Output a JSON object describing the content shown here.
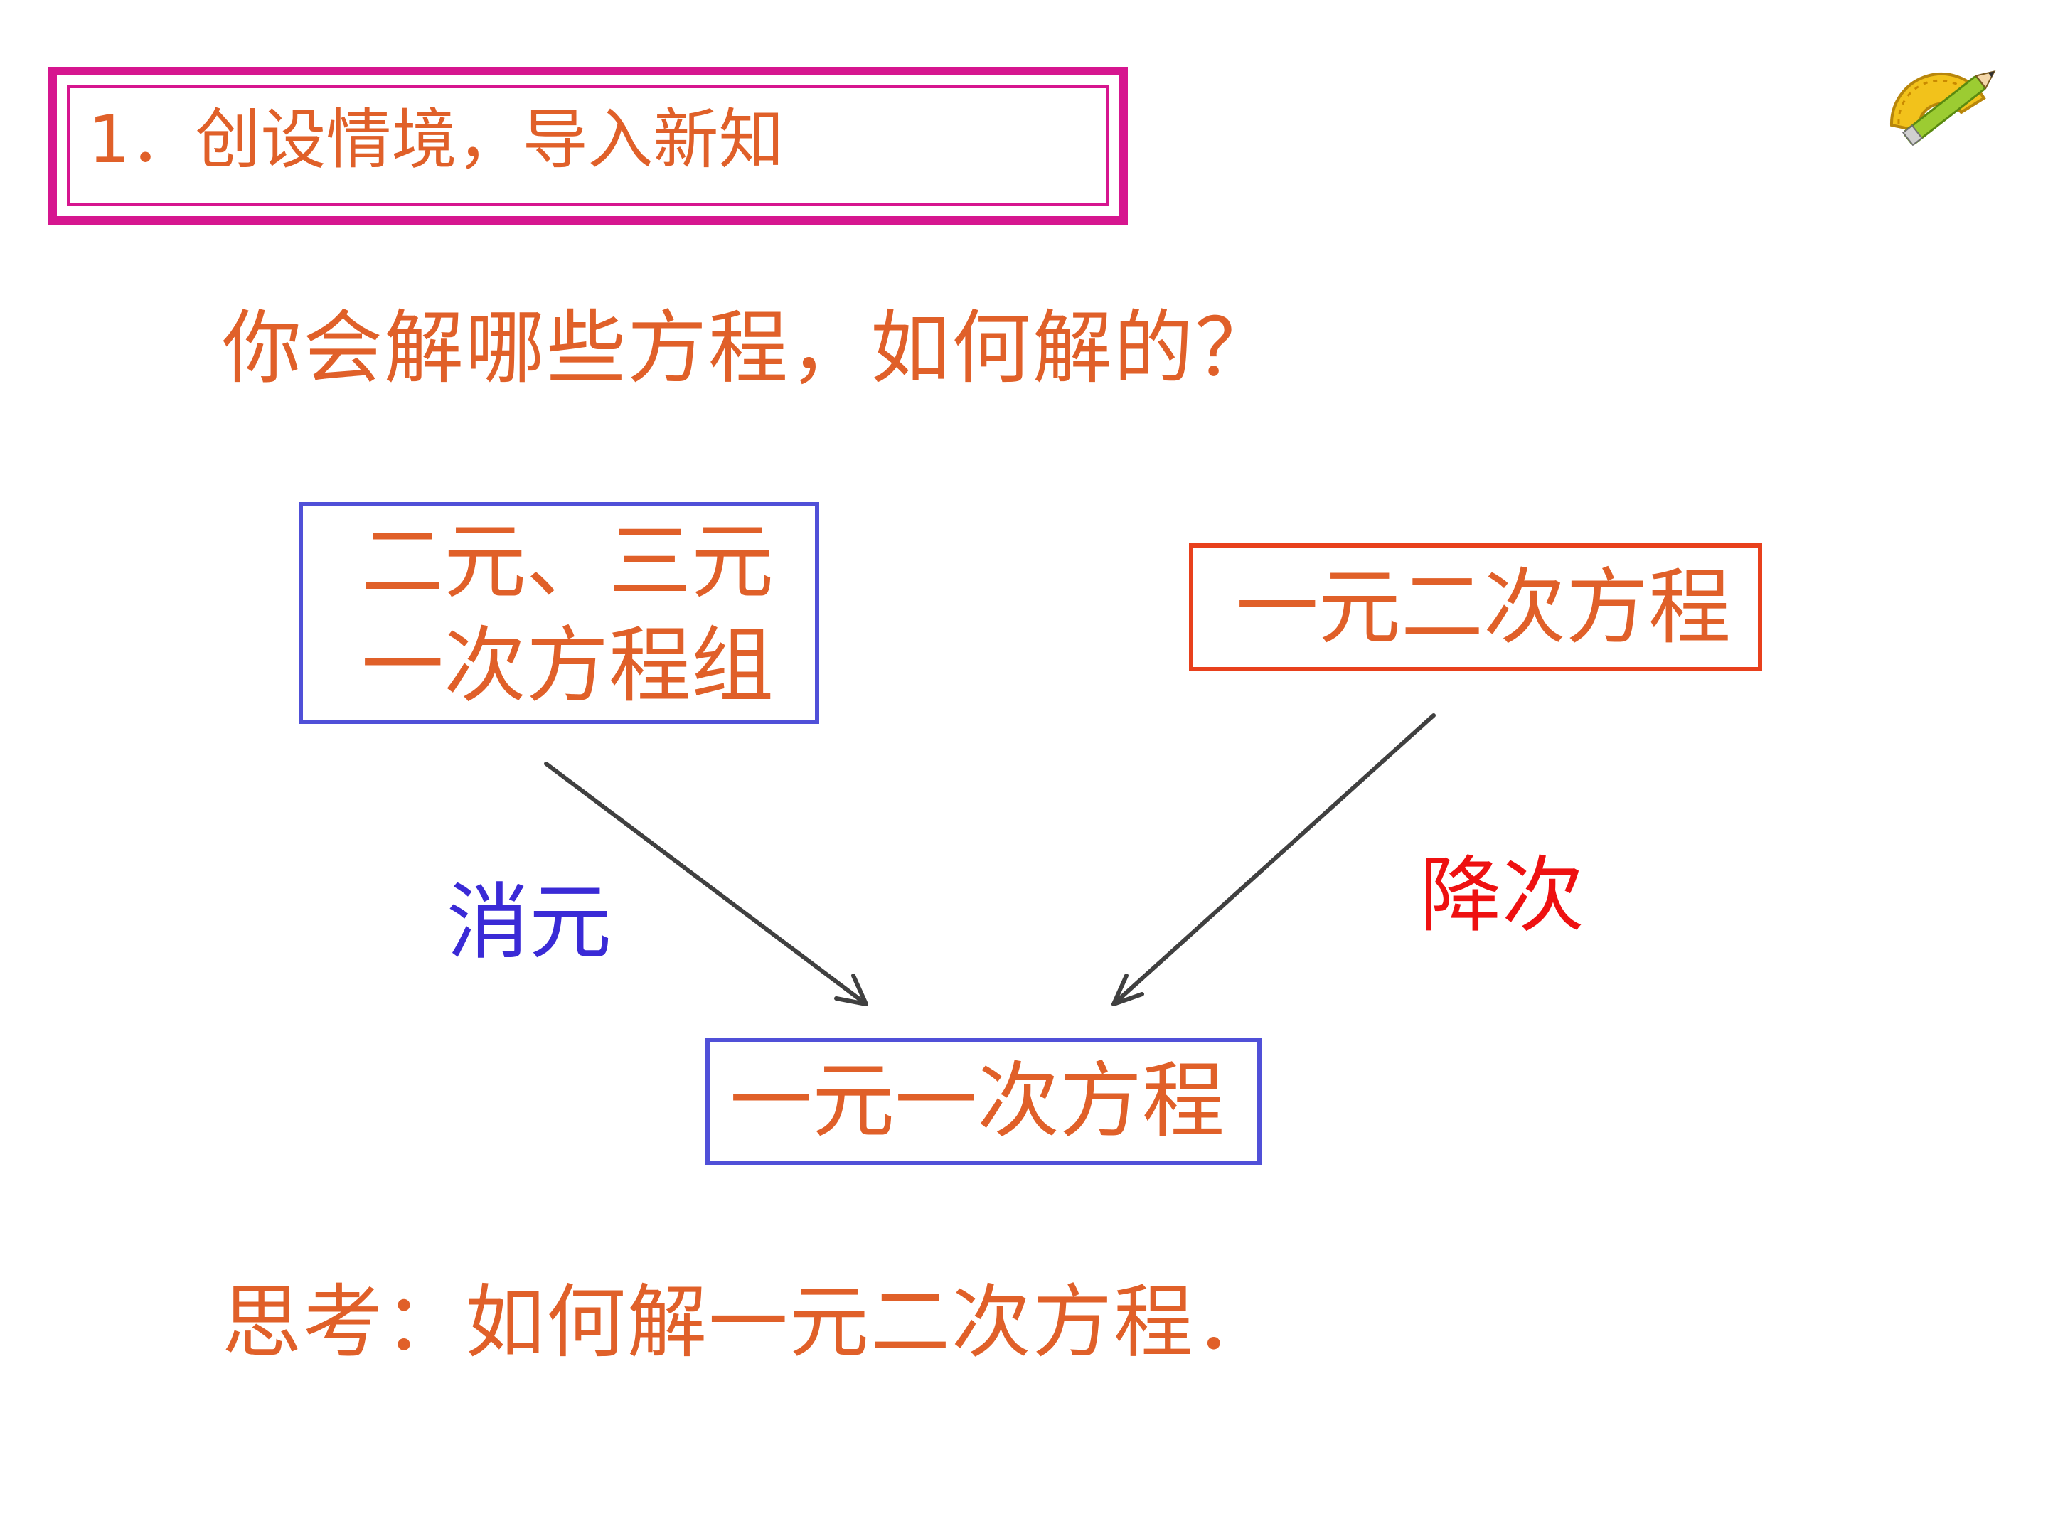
{
  "slide": {
    "title": "1．创设情境，导入新知",
    "question": "你会解哪些方程，如何解的？",
    "think": "思考：如何解一元二次方程．"
  },
  "diagram": {
    "nodes": {
      "left": {
        "line1": "二元、三元",
        "line2": "一次方程组",
        "border_color": "#5050d8"
      },
      "right": {
        "label": "一元二次方程",
        "border_color": "#e8401c"
      },
      "bottom": {
        "label": "一元一次方程",
        "border_color": "#5050d8"
      }
    },
    "edges": {
      "left": {
        "label": "消元",
        "color": "#3a2ad6"
      },
      "right": {
        "label": "降次",
        "color": "#ee1111"
      }
    }
  },
  "colors": {
    "text": "#e06029",
    "title_frame": "#d6168f",
    "arrow": "#404040"
  },
  "icons": {
    "logo": "protractor-pencil-icon"
  }
}
